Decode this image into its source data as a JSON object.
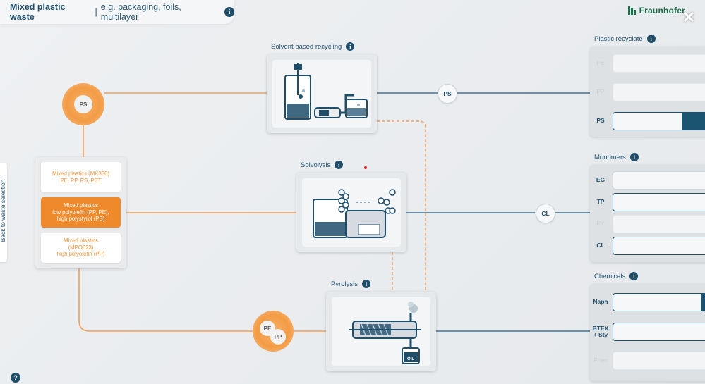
{
  "header": {
    "title_bold": "Mixed plastic waste",
    "title_sep": "|",
    "title_rest": "e.g. packaging, foils, multilayer",
    "info": "i",
    "logo": "Fraunhofer",
    "close": "✕"
  },
  "side_tab": {
    "label": "Back to waste selection"
  },
  "help": {
    "label": "?"
  },
  "waste_options": [
    {
      "label": "Mixed plastics (MK350)\nPE, PP, PS, PET",
      "selected": false
    },
    {
      "label": "Mixed plastics\nlow polyolefin (PP, PE),\nhigh polystyrol (PS)",
      "selected": true
    },
    {
      "label": "Mixed plastics\n(MPO323)\nhigh polyolefin (PP)",
      "selected": false
    }
  ],
  "bubbles": {
    "top": {
      "label": "PS"
    },
    "bottom": {
      "labels": [
        "PE",
        "PP"
      ]
    }
  },
  "processes": [
    {
      "id": "solvent",
      "label": "Solvent based recycling",
      "info": "i"
    },
    {
      "id": "solvolysis",
      "label": "Solvolysis",
      "info": "i"
    },
    {
      "id": "pyrolysis",
      "label": "Pyrolysis",
      "info": "i",
      "oil_label": "OIL"
    }
  ],
  "nodes": {
    "ps": "PS",
    "cl": "CL"
  },
  "groups": [
    {
      "label": "Plastic recyclate",
      "info": "i",
      "rows": [
        {
          "label": "PE",
          "dim": true,
          "fill": 0
        },
        {
          "label": "PP",
          "dim": true,
          "fill": 0
        },
        {
          "label": "PS",
          "dim": false,
          "fill": 0.3,
          "active": true
        }
      ]
    },
    {
      "label": "Monomers",
      "info": "i",
      "rows": [
        {
          "label": "EG",
          "dim": false,
          "fill": 0
        },
        {
          "label": "TP",
          "dim": false,
          "fill": 0.02,
          "active": true
        },
        {
          "label": "PY",
          "dim": true,
          "fill": 0
        },
        {
          "label": "CL",
          "dim": false,
          "fill": 0.03,
          "active": true
        }
      ]
    },
    {
      "label": "Chemicals",
      "info": "i",
      "rows": [
        {
          "label": "Naph",
          "dim": false,
          "fill": 0.1,
          "active": true
        },
        {
          "label": "BTEX\n+ Sty",
          "dim": false,
          "fill": 0.03,
          "active": true
        },
        {
          "label": "Phen",
          "dim": true,
          "fill": 0
        }
      ]
    }
  ],
  "colors": {
    "orange": "#ef8a2c",
    "navy": "#1f4e6b",
    "line_blue": "#3f7594"
  }
}
